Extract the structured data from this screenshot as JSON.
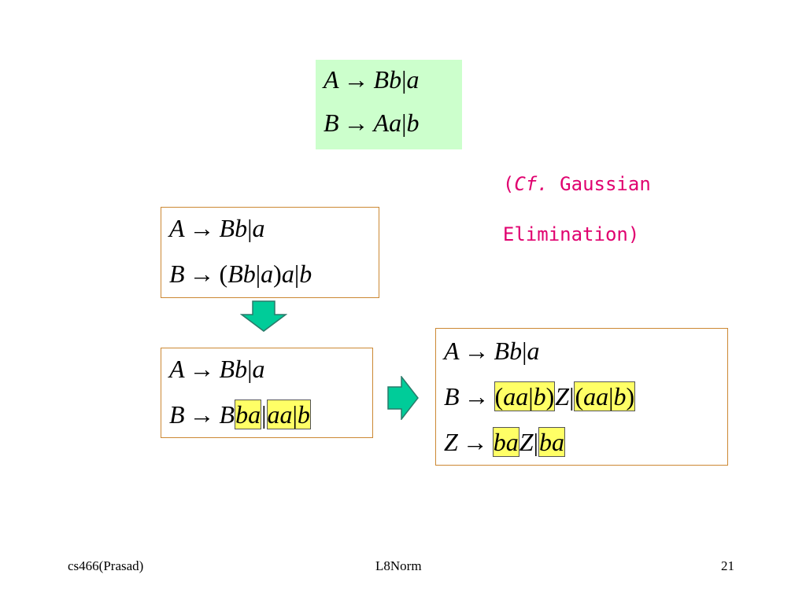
{
  "slide": {
    "note": {
      "open_paren": "(",
      "cf": "Cf.",
      "text1": " Gaussian",
      "text2": "  Elimination)"
    },
    "footer": {
      "left": "cs466(Prasad)",
      "center": "L8Norm",
      "page": "21"
    },
    "arrow_symbol": "→",
    "bar": "|",
    "colors": {
      "green_fill": "#ccffcc",
      "border": "#cc8833",
      "highlight": "#ffff66",
      "arrow_fill": "#00cc99",
      "note": "#e0006f"
    }
  }
}
